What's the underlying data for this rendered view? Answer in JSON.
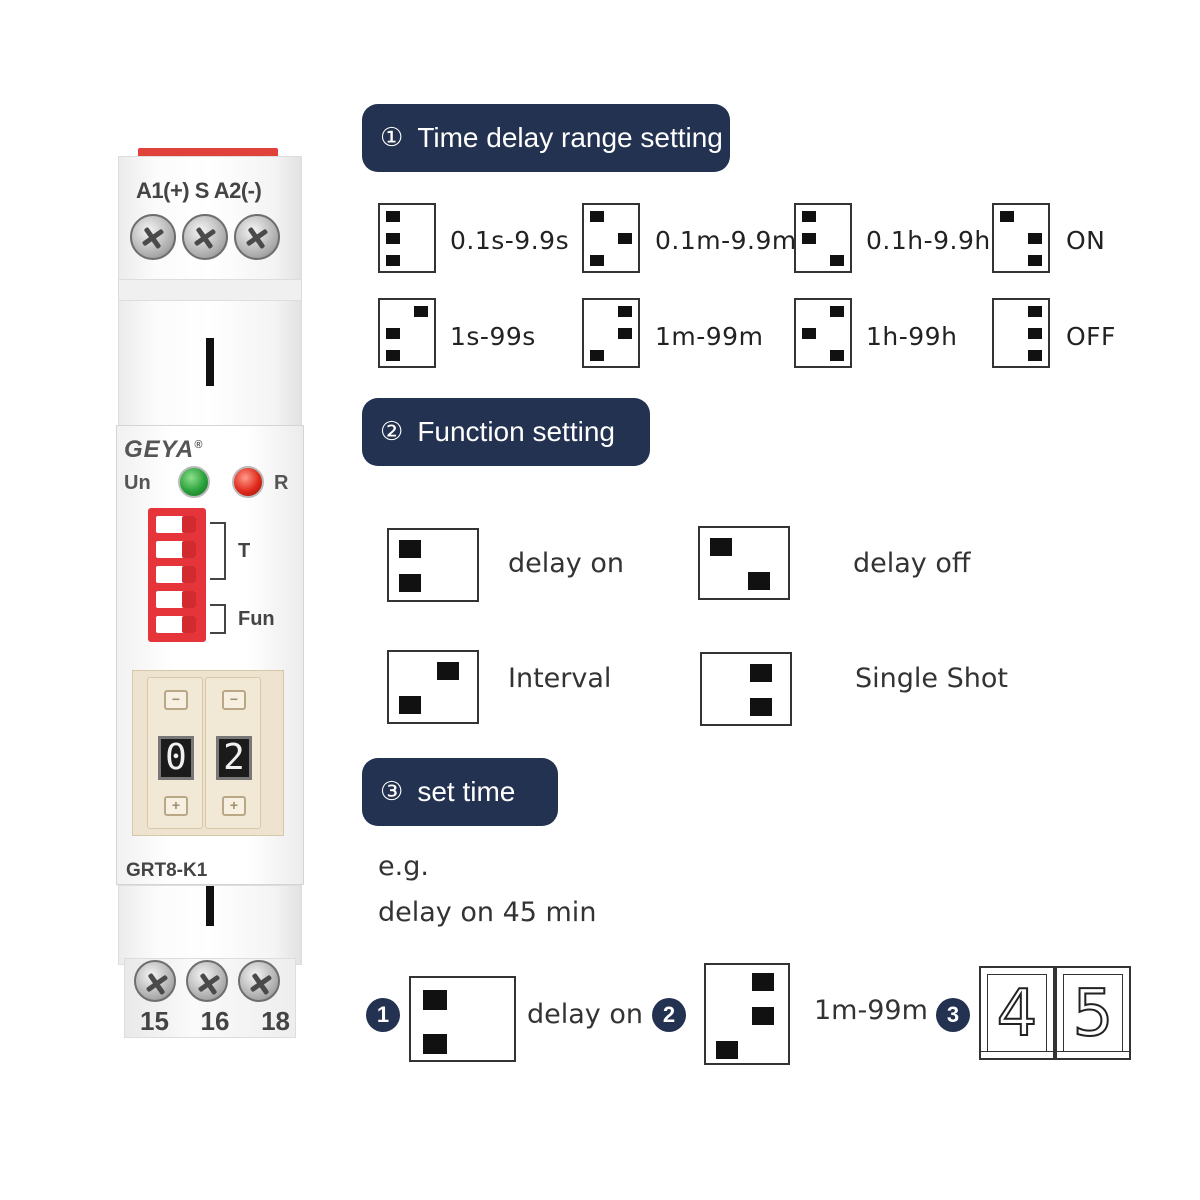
{
  "device": {
    "brand": "GEYA",
    "brand_mark": "®",
    "top_terminals": "A1(+) S A2(-)",
    "led_un_label": "Un",
    "led_r_label": "R",
    "dip_t_label": "T",
    "dip_fun_label": "Fun",
    "dial_digits": [
      "0",
      "2"
    ],
    "dial_minus": "−",
    "dial_plus": "+",
    "model": "GRT8-K1",
    "bottom_terminals": [
      "15",
      "16",
      "18"
    ]
  },
  "sections": {
    "range": {
      "number": "①",
      "title": "Time delay range setting"
    },
    "function": {
      "number": "②",
      "title": "Function setting"
    },
    "set_time": {
      "number": "③",
      "title": "set time"
    }
  },
  "range_options": [
    {
      "label": "0.1s-9.9s",
      "pattern": [
        "L",
        "L",
        "L"
      ]
    },
    {
      "label": "0.1m-9.9m",
      "pattern": [
        "L",
        "R",
        "L"
      ]
    },
    {
      "label": "0.1h-9.9h",
      "pattern": [
        "L",
        "L",
        "R"
      ]
    },
    {
      "label": "ON",
      "pattern": [
        "L",
        "R",
        "R"
      ]
    },
    {
      "label": "1s-99s",
      "pattern": [
        "R",
        "L",
        "L"
      ]
    },
    {
      "label": "1m-99m",
      "pattern": [
        "R",
        "R",
        "L"
      ]
    },
    {
      "label": "1h-99h",
      "pattern": [
        "R",
        "L",
        "R"
      ]
    },
    {
      "label": "OFF",
      "pattern": [
        "R",
        "R",
        "R"
      ]
    }
  ],
  "function_options": [
    {
      "label": "delay on",
      "pattern": [
        "L",
        "L"
      ]
    },
    {
      "label": "delay off",
      "pattern": [
        "L",
        "R"
      ]
    },
    {
      "label": "Interval",
      "pattern": [
        "R",
        "L"
      ]
    },
    {
      "label": "Single Shot",
      "pattern": [
        "R",
        "R"
      ]
    }
  ],
  "example": {
    "line1": "e.g.",
    "line2": "delay on 45 min",
    "steps": [
      {
        "number": "1",
        "label": "delay on"
      },
      {
        "number": "2",
        "label": "1m-99m"
      },
      {
        "number": "3",
        "digits": [
          "4",
          "5"
        ]
      }
    ]
  }
}
